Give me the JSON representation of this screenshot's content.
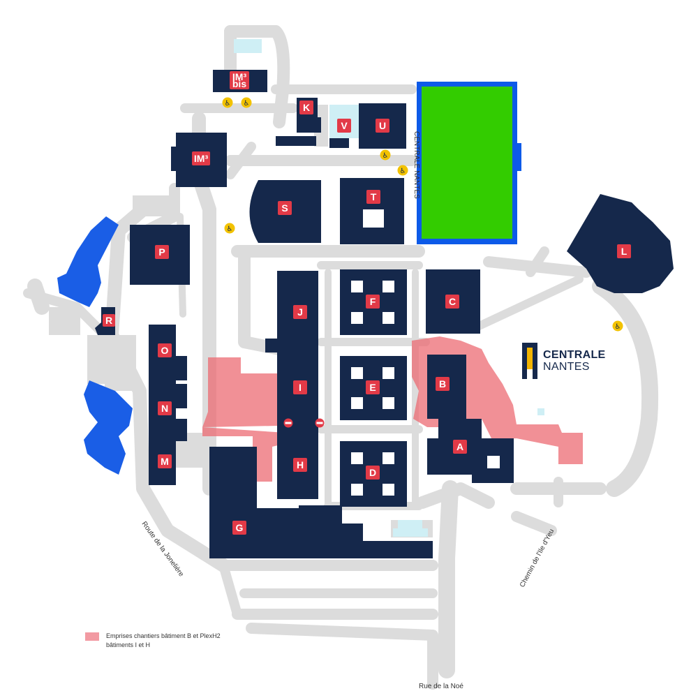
{
  "buildings": [
    {
      "id": "A",
      "label": "A"
    },
    {
      "id": "B",
      "label": "B"
    },
    {
      "id": "C",
      "label": "C"
    },
    {
      "id": "D",
      "label": "D"
    },
    {
      "id": "E",
      "label": "E"
    },
    {
      "id": "F",
      "label": "F"
    },
    {
      "id": "G",
      "label": "G"
    },
    {
      "id": "H",
      "label": "H"
    },
    {
      "id": "I",
      "label": "I"
    },
    {
      "id": "J",
      "label": "J"
    },
    {
      "id": "K",
      "label": "K"
    },
    {
      "id": "L",
      "label": "L"
    },
    {
      "id": "M",
      "label": "M"
    },
    {
      "id": "N",
      "label": "N"
    },
    {
      "id": "O",
      "label": "O"
    },
    {
      "id": "P",
      "label": "P"
    },
    {
      "id": "R",
      "label": "R"
    },
    {
      "id": "S",
      "label": "S"
    },
    {
      "id": "T",
      "label": "T"
    },
    {
      "id": "U",
      "label": "U"
    },
    {
      "id": "V",
      "label": "V"
    },
    {
      "id": "IM3",
      "label": "IM³"
    },
    {
      "id": "IM3bis",
      "label": "IM³",
      "sublabel": "bis"
    }
  ],
  "roads": {
    "jonelliere": "Route de la Jonelière",
    "ile_d_yeu": "Chemin de l'Ile d'Yeu",
    "noe": "Rue de la Noé",
    "field_side": "CENTRALE NANTES"
  },
  "logo": {
    "line1": "CENTRALE",
    "line2": "NANTES"
  },
  "legend": {
    "text": "Emprises chantiers bâtiment B et PlexH2 bâtiments I et H",
    "swatch_color": "#f29aa2"
  },
  "colors": {
    "building": "#15284b",
    "label_box": "#e23a47",
    "annex": "#1a5ee6",
    "field": "#33cc00",
    "field_border": "#0d5ae8",
    "worksite": "#ec6b73",
    "ground": "#dcdcdc"
  },
  "icons": [
    "accessible-parking-icon",
    "no-entry-icon",
    "logo-mark-icon"
  ]
}
